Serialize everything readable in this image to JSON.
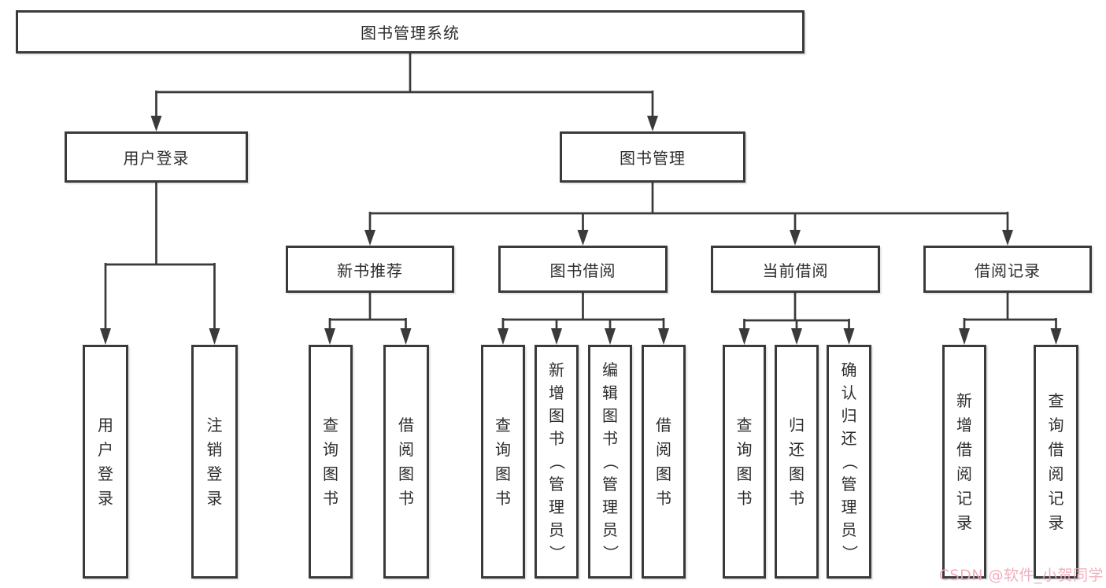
{
  "diagram_type": "functional-structure-tree",
  "colors": {
    "line": "#3a3a3a",
    "box_border": "#3a3a3a",
    "box_fill": "#ffffff",
    "background": "#ffffff",
    "watermark": "#efaab9"
  },
  "watermark": "CSDN @软件_小贺同学",
  "tree": {
    "label": "图书管理系统",
    "children": [
      {
        "label": "用户登录",
        "children": [
          {
            "label": "用户登录"
          },
          {
            "label": "注销登录"
          }
        ]
      },
      {
        "label": "图书管理",
        "children": [
          {
            "label": "新书推荐",
            "children": [
              {
                "label": "查询图书"
              },
              {
                "label": "借阅图书"
              }
            ]
          },
          {
            "label": "图书借阅",
            "children": [
              {
                "label": "查询图书"
              },
              {
                "label": "新增图书（管理员）"
              },
              {
                "label": "编辑图书（管理员）"
              },
              {
                "label": "借阅图书"
              }
            ]
          },
          {
            "label": "当前借阅",
            "children": [
              {
                "label": "查询图书"
              },
              {
                "label": "归还图书"
              },
              {
                "label": "确认归还（管理员）"
              }
            ]
          },
          {
            "label": "借阅记录",
            "children": [
              {
                "label": "新增借阅记录"
              },
              {
                "label": "查询借阅记录"
              }
            ]
          }
        ]
      }
    ]
  }
}
